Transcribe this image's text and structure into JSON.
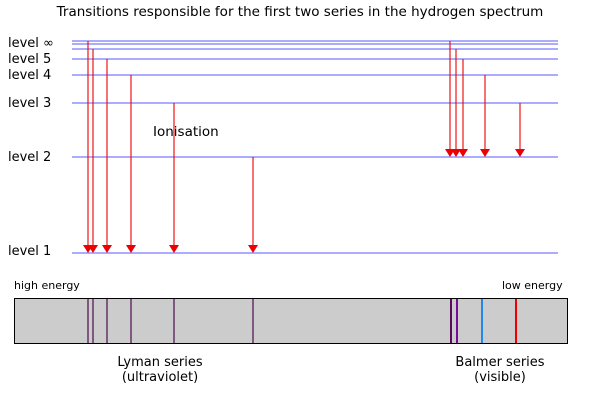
{
  "title": "Transitions responsible for the first two series in the hydrogen spectrum",
  "levels": {
    "inf": "level ∞",
    "l5": "level 5",
    "l4": "level 4",
    "l3": "level 3",
    "l2": "level 2",
    "l1": "level 1"
  },
  "ionisation_label": "Ionisation",
  "spectrum": {
    "high_label": "high energy",
    "low_label": "low energy"
  },
  "lyman": {
    "name": "Lyman series",
    "region": "(ultraviolet)"
  },
  "balmer": {
    "name": "Balmer series",
    "region": "(visible)"
  },
  "colors": {
    "level_line": "#7b7bff",
    "arrow": "#ee0000",
    "spectrum_bg": "#cccccc",
    "uv_line": "#4b0a4b",
    "balmer_violet": "#6a0a7a",
    "balmer_blue": "#2288ee",
    "balmer_red": "#ee0000"
  }
}
